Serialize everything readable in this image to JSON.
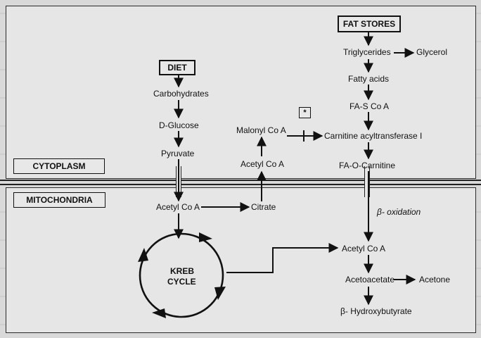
{
  "compartments": {
    "cytoplasm": "CYTOPLASM",
    "mitochondria": "MITOCHONDRIA"
  },
  "sources": {
    "diet": "DIET",
    "fat_stores": "FAT STORES"
  },
  "nodes": {
    "carbohydrates": "Carbohydrates",
    "d_glucose": "D-Glucose",
    "pyruvate": "Pyruvate",
    "acetyl_coa_mito": "Acetyl Co A",
    "citrate": "Citrate",
    "acetyl_coa_cyto": "Acetyl Co A",
    "malonyl_coa": "Malonyl Co A",
    "triglycerides": "Triglycerides",
    "glycerol": "Glycerol",
    "fatty_acids": "Fatty acids",
    "fa_s_coa": "FA-S Co A",
    "carnitine_acyltransferase": "Carnitine acyltransferase I",
    "fa_o_carnitine": "FA-O-Carnitine",
    "beta_oxidation": "β- oxidation",
    "acetyl_coa_beta": "Acetyl Co A",
    "acetoacetate": "Acetoacetate",
    "acetone": "Acetone",
    "hydroxybutyrate": "β- Hydroxybutyrate",
    "kreb_line1": "KREB",
    "kreb_line2": "CYCLE",
    "asterisk": "*"
  }
}
